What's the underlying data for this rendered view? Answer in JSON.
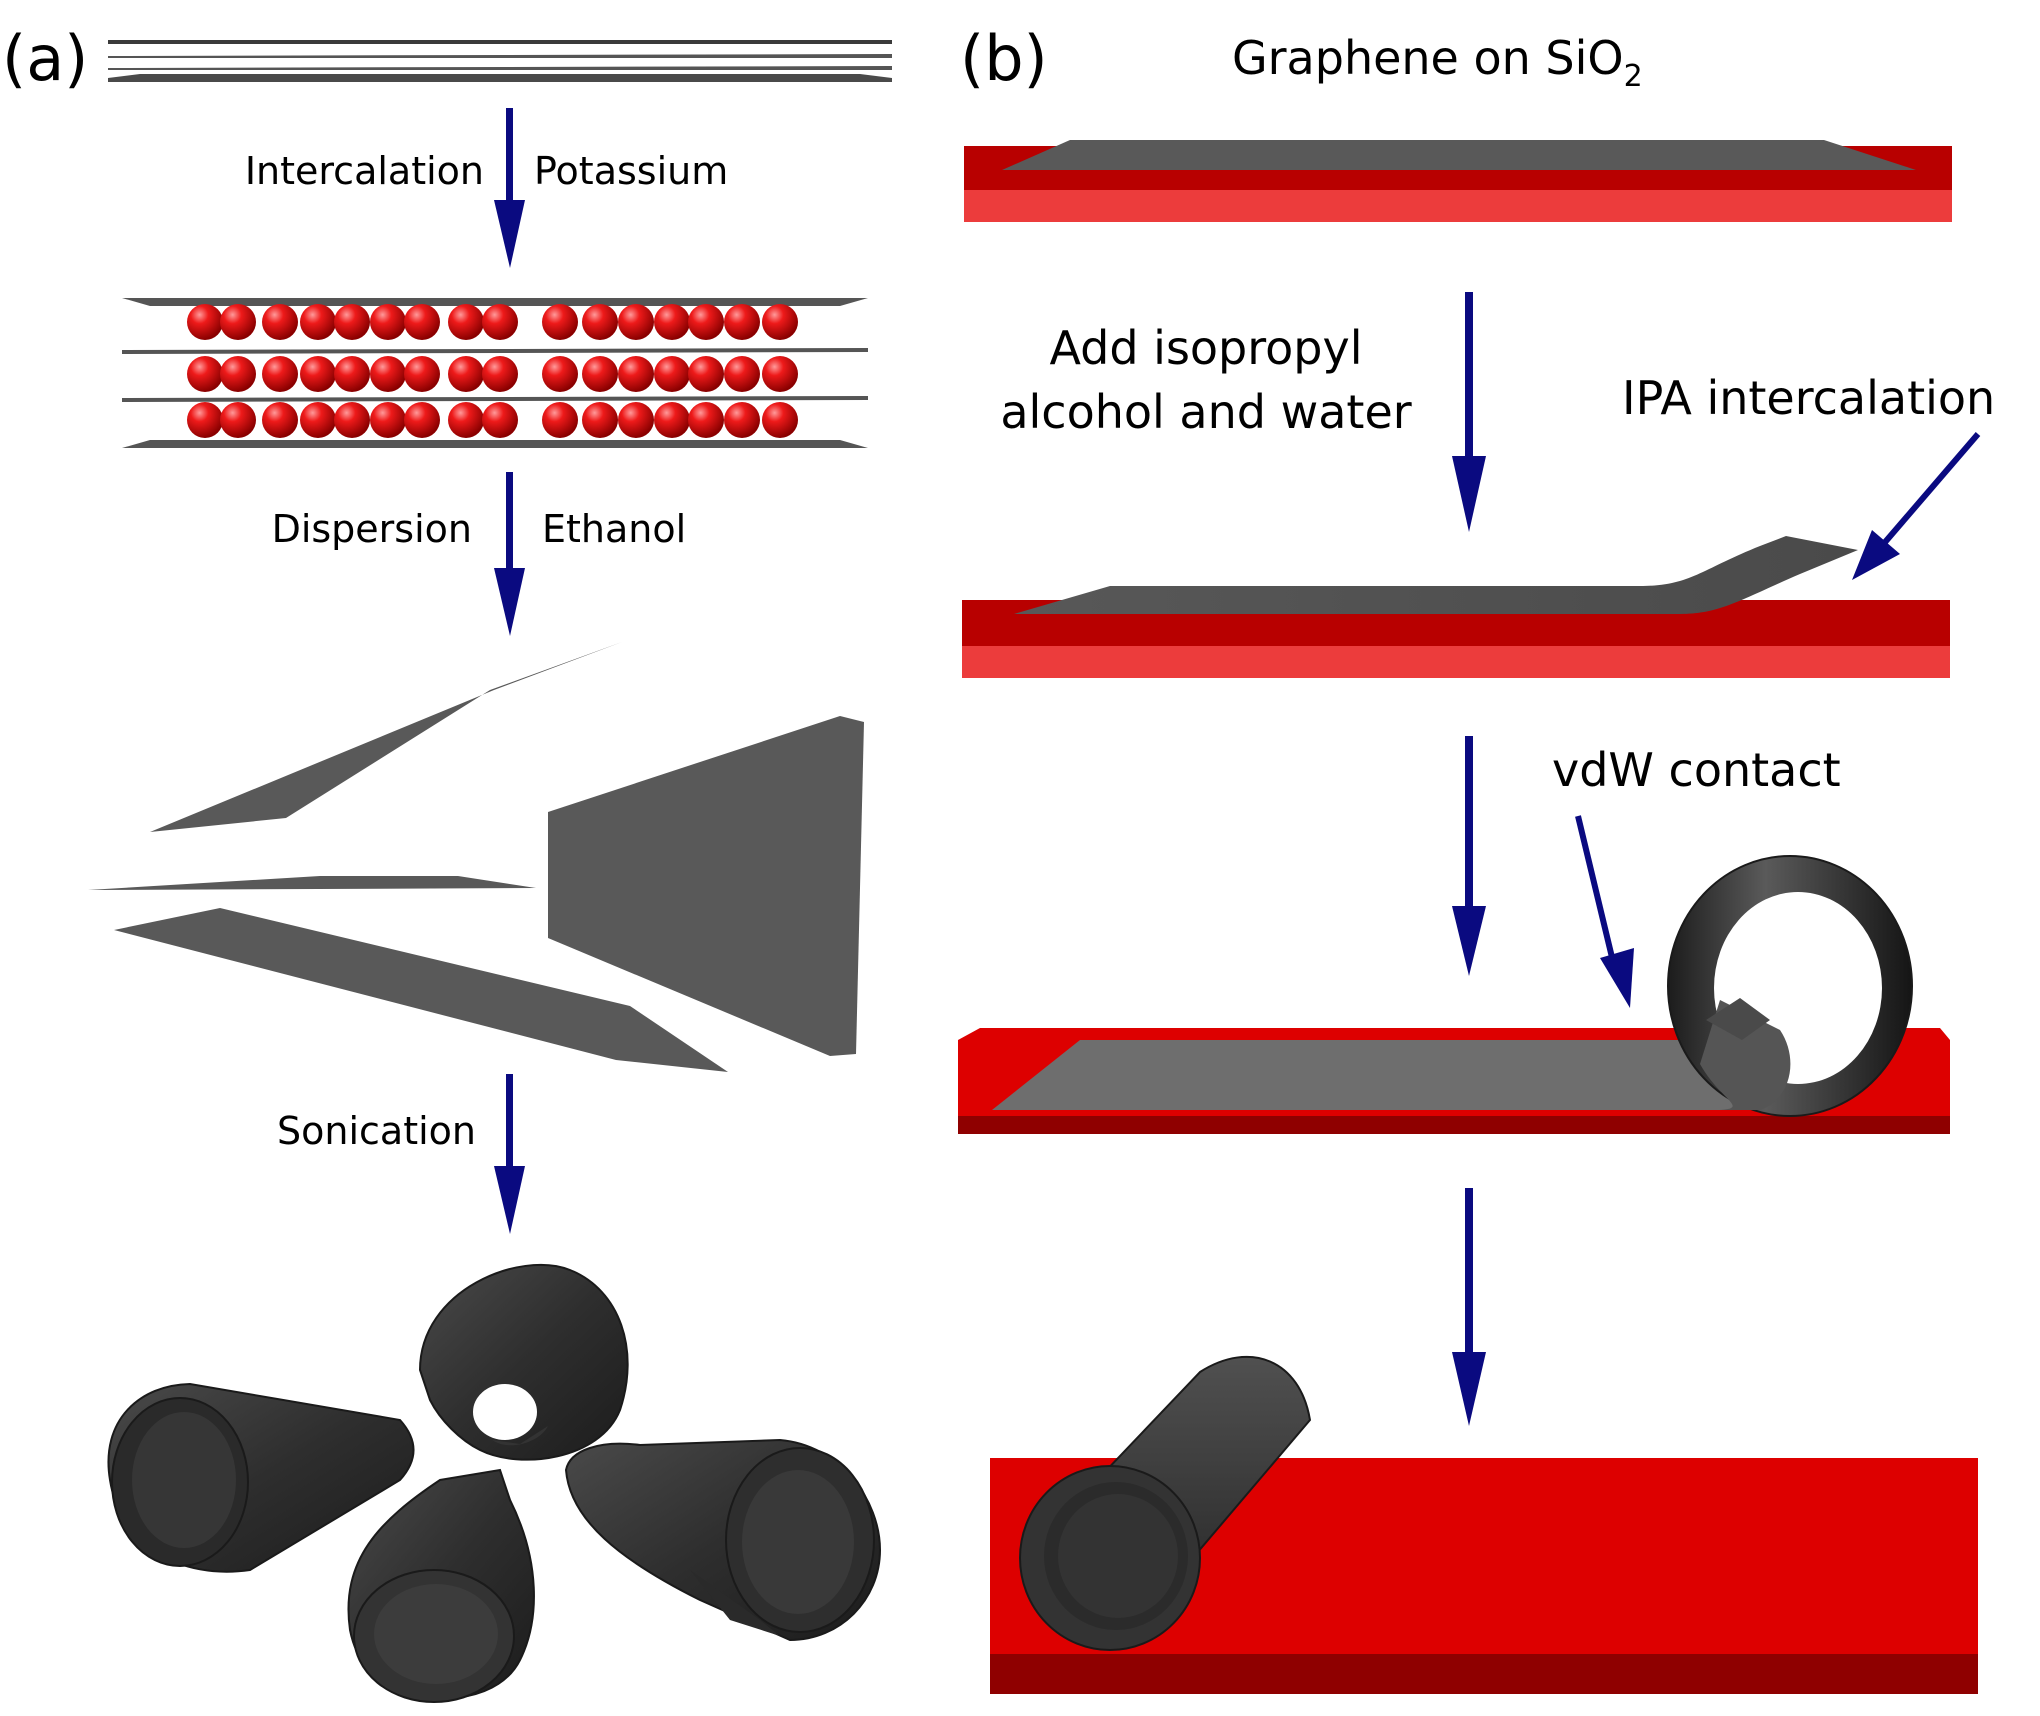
{
  "panel_a": {
    "label": "(a)",
    "steps": [
      {
        "left": "Intercalation",
        "right": "Potassium"
      },
      {
        "left": "Dispersion",
        "right": "Ethanol"
      },
      {
        "left": "Sonication",
        "right": ""
      }
    ]
  },
  "panel_b": {
    "label": "(b)",
    "title_main": "Graphene on SiO",
    "title_sub": "2",
    "step1_line1": "Add isopropyl",
    "step1_line2": "alcohol and water",
    "annotation_ipa": "IPA intercalation",
    "annotation_vdw": "vdW contact"
  },
  "colors": {
    "arrow": "#0a0a80",
    "graphene": "#595959",
    "graphene_light": "#6e6e6e",
    "scroll": "#2b2b2b",
    "substrate_top": "#b80000",
    "substrate_bottom": "#ec3c3c",
    "substrate_flat": "#dd0000",
    "substrate_edge": "#8f0000",
    "potassium": "#e00000"
  }
}
